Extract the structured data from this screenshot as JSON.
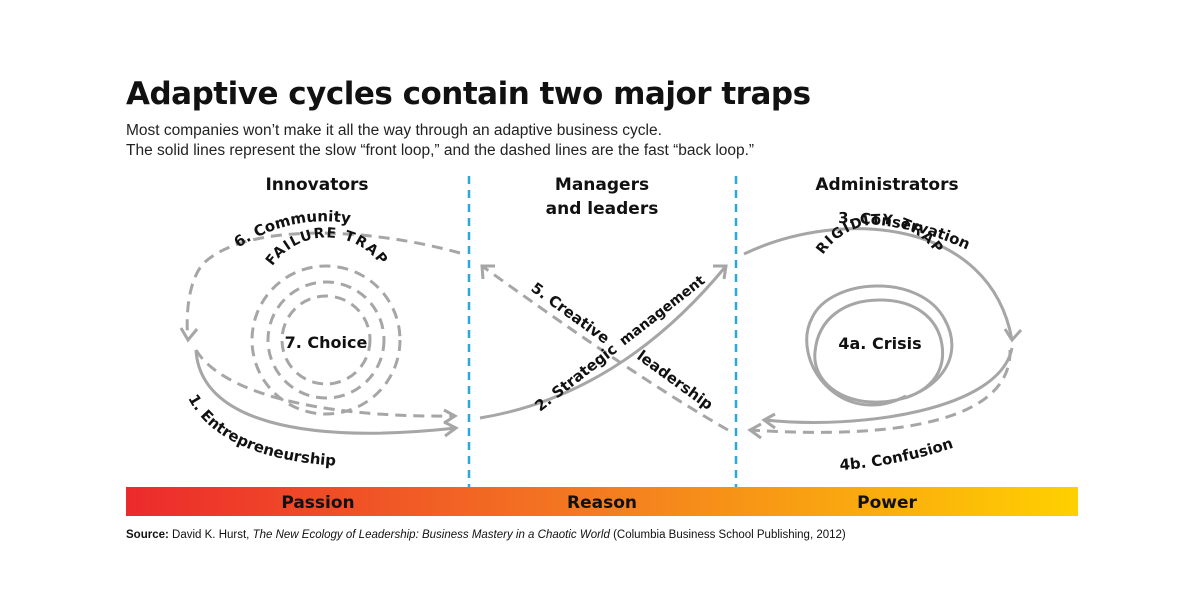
{
  "title": "Adaptive cycles contain two major traps",
  "subtitle": {
    "line1": "Most companies won’t make it all the way through an adaptive business cycle.",
    "line2": "The solid lines represent the slow “front loop,” and the dashed lines are the fast “back loop.”"
  },
  "columns": {
    "innovators": "Innovators",
    "managers_line1": "Managers",
    "managers_line2": "and leaders",
    "administrators": "Administrators"
  },
  "labels": {
    "community": "6. Community",
    "failure_trap": "FAILURE TRAP",
    "choice": "7. Choice",
    "entrepreneurship": "1. Entrepreneurship",
    "creative": "5. Creative",
    "leadership": "leadership",
    "strategic": "2. Strategic",
    "management": "management",
    "conservation": "3. Conservation",
    "rigidity_trap": "RIGIDITY TRAP",
    "crisis": "4a. Crisis",
    "confusion": "4b. Confusion"
  },
  "bar": {
    "passion": "Passion",
    "reason": "Reason",
    "power": "Power"
  },
  "source": {
    "label": "Source:",
    "author": "David K. Hurst, ",
    "book": "The New Ecology of Leadership: Business Mastery in a Chaotic World",
    "publisher": " (Columbia Business School Publishing, 2012)"
  },
  "colors": {
    "line": "#a6a6a6",
    "divider": "#29a8df",
    "gradient_start": "#ec2a2c",
    "gradient_mid": "#f47c20",
    "gradient_end": "#ffd000"
  },
  "icons": {
    "arrowhead": "open-chevron-arrowhead"
  }
}
